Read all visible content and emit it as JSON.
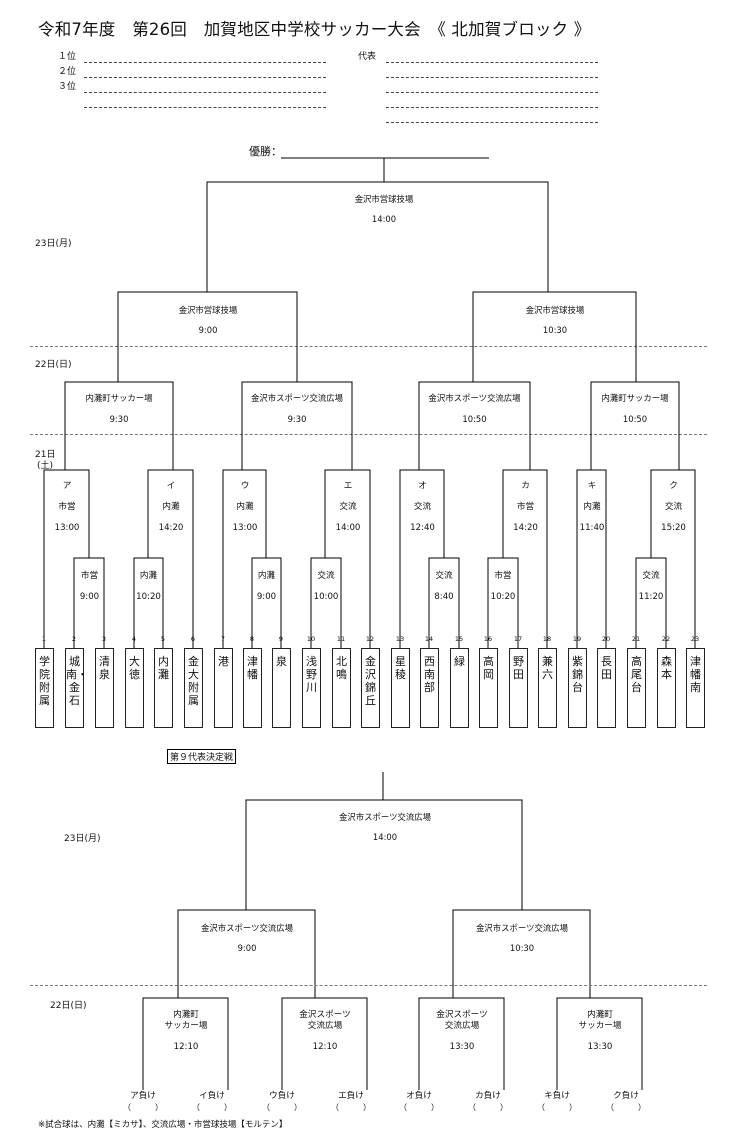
{
  "title": "令和7年度　第26回　加賀地区中学校サッカー大会　《 北加賀ブロック 》",
  "ranks": [
    "１位",
    "２位",
    "３位"
  ],
  "representative": "代表",
  "champion": "優勝：",
  "days": {
    "d23": "23日(月)",
    "d22": "22日(日)",
    "d21": "21日",
    "d21b": "(土)"
  },
  "top_matches": {
    "final": {
      "venue": "金沢市営球技場",
      "time": "14:00"
    },
    "sf_left": {
      "venue": "金沢市営球技場",
      "time": "9:00"
    },
    "sf_right": {
      "venue": "金沢市営球技場",
      "time": "10:30"
    },
    "qf1": {
      "venue": "内灘町サッカー場",
      "time": "9:30"
    },
    "qf2": {
      "venue": "金沢市スポーツ交流広場",
      "time": "9:30"
    },
    "qf3": {
      "venue": "金沢市スポーツ交流広場",
      "time": "10:50"
    },
    "qf4": {
      "venue": "内灘町サッカー場",
      "time": "10:50"
    }
  },
  "r2": [
    {
      "letter": "ア",
      "venue": "市営",
      "time": "13:00"
    },
    {
      "letter": "イ",
      "venue": "内灘",
      "time": "14:20"
    },
    {
      "letter": "ウ",
      "venue": "内灘",
      "time": "13:00"
    },
    {
      "letter": "エ",
      "venue": "交流",
      "time": "14:00"
    },
    {
      "letter": "オ",
      "venue": "交流",
      "time": "12:40"
    },
    {
      "letter": "カ",
      "venue": "市営",
      "time": "14:20"
    },
    {
      "letter": "キ",
      "venue": "内灘",
      "time": "11:40"
    },
    {
      "letter": "ク",
      "venue": "交流",
      "time": "15:20"
    }
  ],
  "r1": [
    {
      "venue": "市営",
      "time": "9:00"
    },
    {
      "venue": "内灘",
      "time": "10:20"
    },
    {
      "venue": "内灘",
      "time": "9:00"
    },
    {
      "venue": "交流",
      "time": "10:00"
    },
    {
      "venue": "交流",
      "time": "8:40"
    },
    {
      "venue": "市営",
      "time": "10:20"
    },
    {
      "venue": "交流",
      "time": "11:20"
    }
  ],
  "teams": [
    {
      "no": "1",
      "name": "学院附属"
    },
    {
      "no": "2",
      "name": "城南・金石"
    },
    {
      "no": "3",
      "name": "清泉"
    },
    {
      "no": "4",
      "name": "大徳"
    },
    {
      "no": "5",
      "name": "内灘"
    },
    {
      "no": "6",
      "name": "金大附属"
    },
    {
      "no": "7",
      "name": "港"
    },
    {
      "no": "8",
      "name": "津幡"
    },
    {
      "no": "9",
      "name": "泉"
    },
    {
      "no": "10",
      "name": "浅野川"
    },
    {
      "no": "11",
      "name": "北鳴"
    },
    {
      "no": "12",
      "name": "金沢錦丘"
    },
    {
      "no": "13",
      "name": "星稜"
    },
    {
      "no": "14",
      "name": "西南部"
    },
    {
      "no": "15",
      "name": "緑"
    },
    {
      "no": "16",
      "name": "高岡"
    },
    {
      "no": "17",
      "name": "野田"
    },
    {
      "no": "18",
      "name": "兼六"
    },
    {
      "no": "19",
      "name": "紫錦台"
    },
    {
      "no": "20",
      "name": "長田"
    },
    {
      "no": "21",
      "name": "高尾台"
    },
    {
      "no": "22",
      "name": "森本"
    },
    {
      "no": "23",
      "name": "津幡南"
    }
  ],
  "playoff": {
    "heading": "第９代表決定戦",
    "day23": "23日(月)",
    "day22": "22日(日)",
    "final": {
      "venue": "金沢市スポーツ交流広場",
      "time": "14:00"
    },
    "sf_left": {
      "venue": "金沢市スポーツ交流広場",
      "time": "9:00"
    },
    "sf_right": {
      "venue": "金沢市スポーツ交流広場",
      "time": "10:30"
    },
    "qf": [
      {
        "venue1": "内灘町",
        "venue2": "サッカー場",
        "time": "12:10"
      },
      {
        "venue1": "金沢スポーツ",
        "venue2": "交流広場",
        "time": "12:10"
      },
      {
        "venue1": "金沢スポーツ",
        "venue2": "交流広場",
        "time": "13:30"
      },
      {
        "venue1": "内灘町",
        "venue2": "サッカー場",
        "time": "13:30"
      }
    ],
    "losers": [
      "ア負け",
      "イ負け",
      "ウ負け",
      "エ負け",
      "オ負け",
      "カ負け",
      "キ負け",
      "ク負け"
    ],
    "paren": "（　　　）"
  },
  "footnote": "※試合球は、内灘【ミカサ】、交流広場・市営球技場【モルテン】"
}
